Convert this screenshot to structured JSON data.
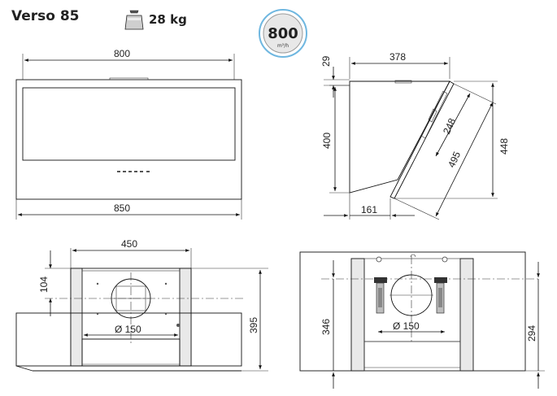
{
  "title": "Verso 85",
  "weight": {
    "label": "28 kg",
    "icon": "weight-icon"
  },
  "airflow": {
    "value": "800",
    "unit": "m³/h",
    "badge_color": "#6fb7e0"
  },
  "front_view": {
    "top_width": "800",
    "total_width": "850"
  },
  "side_view": {
    "top_height": "29",
    "top_depth": "378",
    "body_height": "400",
    "glass_length": "248",
    "panel_length": "495",
    "total_height": "448",
    "bottom_depth": "161"
  },
  "rear_view": {
    "frame_width": "450",
    "outlet_offset": "104",
    "outlet_diameter": "Ø 150",
    "total_height": "395"
  },
  "bracket_view": {
    "outlet_height": "346",
    "outlet_diameter": "Ø 150",
    "bracket_height": "294"
  }
}
